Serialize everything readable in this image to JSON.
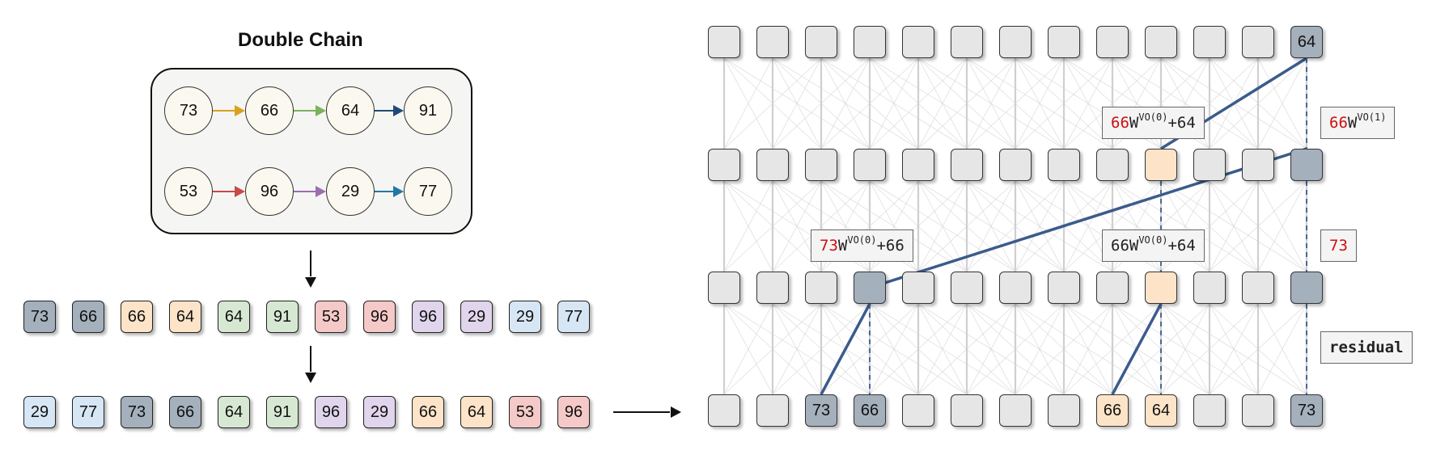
{
  "title": "Double Chain",
  "colors": {
    "slate": "#a4b0bc",
    "peach": "#fde4c8",
    "green": "#d6e8d2",
    "pink": "#f4c9c7",
    "lavender": "#e0d5ec",
    "blue": "#d7e6f5",
    "gray": "#e6e6e6",
    "line": "#3b5b8c"
  },
  "chain": {
    "row1": [
      "73",
      "66",
      "64",
      "91"
    ],
    "row2": [
      "53",
      "96",
      "29",
      "77"
    ],
    "row1_arrow_colors": [
      "#d9a21b",
      "#7cb15a",
      "#1f4a78"
    ],
    "row2_arrow_colors": [
      "#c94a45",
      "#9a6db0",
      "#2177a7"
    ]
  },
  "seq1": [
    {
      "v": "73",
      "c": "slate"
    },
    {
      "v": "66",
      "c": "slate"
    },
    {
      "v": "66",
      "c": "peach"
    },
    {
      "v": "64",
      "c": "peach"
    },
    {
      "v": "64",
      "c": "green"
    },
    {
      "v": "91",
      "c": "green"
    },
    {
      "v": "53",
      "c": "pink"
    },
    {
      "v": "96",
      "c": "pink"
    },
    {
      "v": "96",
      "c": "lavender"
    },
    {
      "v": "29",
      "c": "lavender"
    },
    {
      "v": "29",
      "c": "blue"
    },
    {
      "v": "77",
      "c": "blue"
    }
  ],
  "seq2": [
    {
      "v": "29",
      "c": "blue"
    },
    {
      "v": "77",
      "c": "blue"
    },
    {
      "v": "73",
      "c": "slate"
    },
    {
      "v": "66",
      "c": "slate"
    },
    {
      "v": "64",
      "c": "green"
    },
    {
      "v": "91",
      "c": "green"
    },
    {
      "v": "96",
      "c": "lavender"
    },
    {
      "v": "29",
      "c": "lavender"
    },
    {
      "v": "66",
      "c": "peach"
    },
    {
      "v": "64",
      "c": "peach"
    },
    {
      "v": "53",
      "c": "pink"
    },
    {
      "v": "96",
      "c": "pink"
    }
  ],
  "grid": {
    "layer3": [
      {
        "v": "",
        "c": "gray"
      },
      {
        "v": "",
        "c": "gray"
      },
      {
        "v": "",
        "c": "gray"
      },
      {
        "v": "",
        "c": "gray"
      },
      {
        "v": "",
        "c": "gray"
      },
      {
        "v": "",
        "c": "gray"
      },
      {
        "v": "",
        "c": "gray"
      },
      {
        "v": "",
        "c": "gray"
      },
      {
        "v": "",
        "c": "gray"
      },
      {
        "v": "",
        "c": "gray"
      },
      {
        "v": "",
        "c": "gray"
      },
      {
        "v": "",
        "c": "gray"
      },
      {
        "v": "64",
        "c": "slate"
      }
    ],
    "layer2": [
      {
        "v": "",
        "c": "gray"
      },
      {
        "v": "",
        "c": "gray"
      },
      {
        "v": "",
        "c": "gray"
      },
      {
        "v": "",
        "c": "gray"
      },
      {
        "v": "",
        "c": "gray"
      },
      {
        "v": "",
        "c": "gray"
      },
      {
        "v": "",
        "c": "gray"
      },
      {
        "v": "",
        "c": "gray"
      },
      {
        "v": "",
        "c": "gray"
      },
      {
        "v": "",
        "c": "peach"
      },
      {
        "v": "",
        "c": "gray"
      },
      {
        "v": "",
        "c": "gray"
      },
      {
        "v": "",
        "c": "slate"
      }
    ],
    "layer1": [
      {
        "v": "",
        "c": "gray"
      },
      {
        "v": "",
        "c": "gray"
      },
      {
        "v": "",
        "c": "gray"
      },
      {
        "v": "",
        "c": "slate"
      },
      {
        "v": "",
        "c": "gray"
      },
      {
        "v": "",
        "c": "gray"
      },
      {
        "v": "",
        "c": "gray"
      },
      {
        "v": "",
        "c": "gray"
      },
      {
        "v": "",
        "c": "gray"
      },
      {
        "v": "",
        "c": "peach"
      },
      {
        "v": "",
        "c": "gray"
      },
      {
        "v": "",
        "c": "gray"
      },
      {
        "v": "",
        "c": "slate"
      }
    ],
    "layer0": [
      {
        "v": "",
        "c": "gray"
      },
      {
        "v": "",
        "c": "gray"
      },
      {
        "v": "73",
        "c": "slate"
      },
      {
        "v": "66",
        "c": "slate"
      },
      {
        "v": "",
        "c": "gray"
      },
      {
        "v": "",
        "c": "gray"
      },
      {
        "v": "",
        "c": "gray"
      },
      {
        "v": "",
        "c": "gray"
      },
      {
        "v": "66",
        "c": "peach"
      },
      {
        "v": "64",
        "c": "peach"
      },
      {
        "v": "",
        "c": "gray"
      },
      {
        "v": "",
        "c": "gray"
      },
      {
        "v": "73",
        "c": "slate"
      }
    ]
  },
  "labels": {
    "top_mid": {
      "red": "66",
      "base": "W",
      "sup": "VO(0)",
      "rest": "+64"
    },
    "top_right": {
      "red": "66",
      "base": "W",
      "sup": "VO(1)",
      "rest": ""
    },
    "mid_left": {
      "red": "73",
      "base": "W",
      "sup": "VO(0)",
      "rest": "+66"
    },
    "mid_mid": {
      "red": "",
      "base": "66W",
      "sup": "VO(0)",
      "rest": "+64"
    },
    "mid_right": "73",
    "residual": "residual"
  }
}
